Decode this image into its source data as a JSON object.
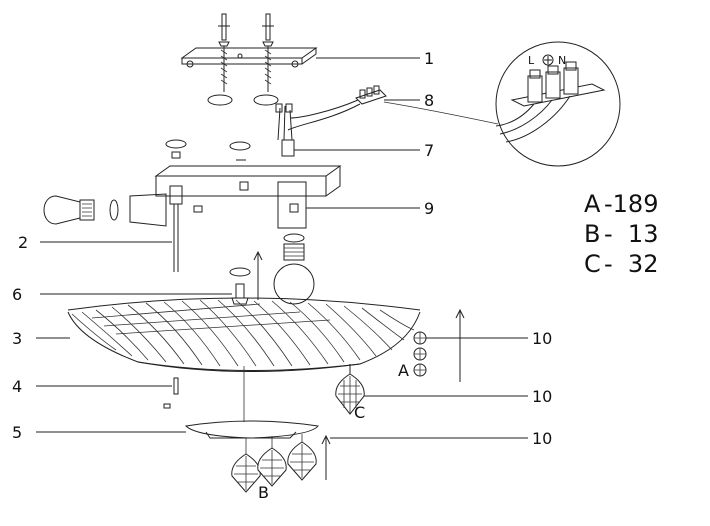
{
  "callouts": {
    "c1": "1",
    "c2": "2",
    "c3": "3",
    "c4": "4",
    "c5": "5",
    "c6": "6",
    "c7": "7",
    "c8": "8",
    "c9": "9",
    "c10a": "10",
    "c10b": "10",
    "c10c": "10"
  },
  "crystal_markers": {
    "a": "A",
    "b": "B",
    "c": "C"
  },
  "crystal_counts": {
    "a_letter": "A",
    "a_value": "-189",
    "b_letter": "B",
    "b_value": "-  13",
    "c_letter": "C",
    "c_value": "-  32"
  },
  "terminal_labels": {
    "live": "L",
    "neutral": "N"
  }
}
